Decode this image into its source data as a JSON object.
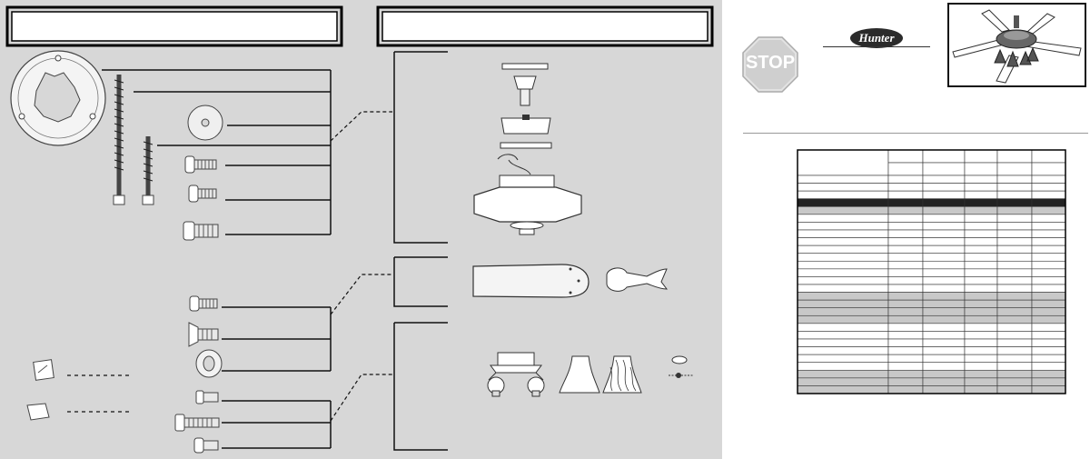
{
  "page": {
    "stop_sign": {
      "label": "STOP",
      "color": "#d9d9d9"
    },
    "logo": {
      "text": "Hunter"
    },
    "colors": {
      "panel_bg": "#d7d7d7",
      "line": "#111111",
      "table_shade": "#c8c8c8",
      "table_header_dark": "#222222"
    }
  },
  "hardware_items": [
    "ceiling-bracket",
    "wood-screw-long",
    "wood-screw-short",
    "washer",
    "bracket-screw",
    "mounting-screw",
    "flange-screw"
  ],
  "fan_parts": [
    "canopy-top",
    "hanger-ball",
    "canopy",
    "canopy-trim-ring",
    "motor-housing",
    "blade",
    "blade-iron",
    "light-fixture",
    "glass-shade-plain",
    "glass-shade-swirl",
    "pull-chain",
    "switch-housing-cap"
  ],
  "spec_table": {
    "columns": 6,
    "rows": [
      {
        "shade": "white"
      },
      {
        "shade": "white"
      },
      {
        "shade": "white"
      },
      {
        "shade": "dark"
      },
      {
        "shade": "gray"
      },
      {
        "shade": "white"
      },
      {
        "shade": "white"
      },
      {
        "shade": "white"
      },
      {
        "shade": "white"
      },
      {
        "shade": "white"
      },
      {
        "shade": "white"
      },
      {
        "shade": "white"
      },
      {
        "shade": "white"
      },
      {
        "shade": "white"
      },
      {
        "shade": "white"
      },
      {
        "shade": "gray"
      },
      {
        "shade": "gray"
      },
      {
        "shade": "gray"
      },
      {
        "shade": "gray"
      },
      {
        "shade": "white"
      },
      {
        "shade": "white"
      },
      {
        "shade": "white"
      },
      {
        "shade": "white"
      },
      {
        "shade": "white"
      },
      {
        "shade": "white"
      },
      {
        "shade": "gray"
      },
      {
        "shade": "gray"
      },
      {
        "shade": "gray"
      }
    ]
  }
}
